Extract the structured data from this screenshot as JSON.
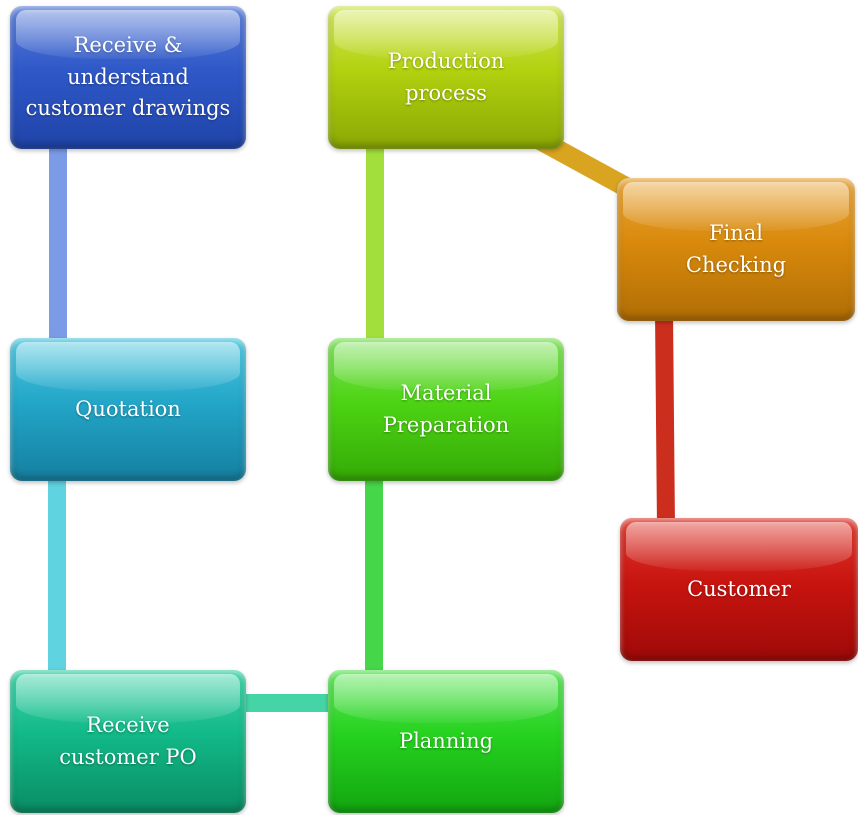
{
  "diagram": {
    "nodes": [
      {
        "id": "receive-drawings",
        "label": "Receive &\nunderstand\ncustomer drawings",
        "color": "#2f58c8"
      },
      {
        "id": "quotation",
        "label": "Quotation",
        "color": "#23a6c8"
      },
      {
        "id": "receive-po",
        "label": "Receive\ncustomer PO",
        "color": "#12b988"
      },
      {
        "id": "planning",
        "label": "Planning",
        "color": "#26d21f"
      },
      {
        "id": "material",
        "label": "Material\nPreparation",
        "color": "#4dd414"
      },
      {
        "id": "production",
        "label": "Production\nprocess",
        "color": "#b2d10f"
      },
      {
        "id": "final-checking",
        "label": "Final\nChecking",
        "color": "#d98a0c"
      },
      {
        "id": "customer",
        "label": "Customer",
        "color": "#c8140f"
      }
    ],
    "edges": [
      {
        "from": "receive-drawings",
        "to": "quotation",
        "color": "#7b9be6"
      },
      {
        "from": "quotation",
        "to": "receive-po",
        "color": "#5fd3e0"
      },
      {
        "from": "receive-po",
        "to": "planning",
        "color": "#45d4a6"
      },
      {
        "from": "planning",
        "to": "material",
        "color": "#45d64a"
      },
      {
        "from": "material",
        "to": "production",
        "color": "#a3df3c"
      },
      {
        "from": "production",
        "to": "final-checking",
        "color": "#d9a520"
      },
      {
        "from": "final-checking",
        "to": "customer",
        "color": "#cc2e1e"
      }
    ]
  }
}
